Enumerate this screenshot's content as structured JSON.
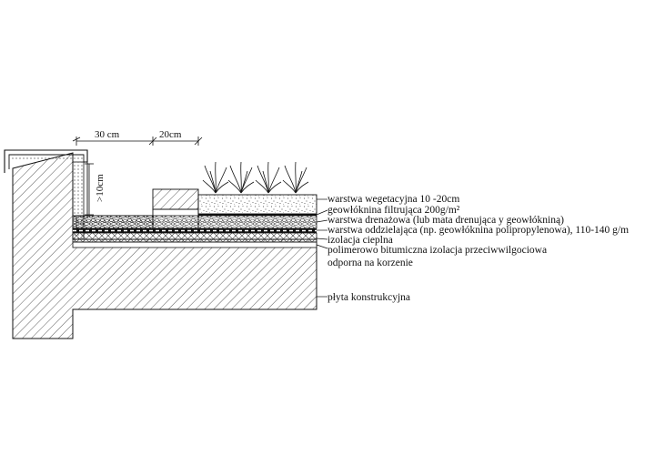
{
  "dimensions": {
    "width_30": "30 cm",
    "width_20": "20cm",
    "height_10": ">10cm"
  },
  "layers": [
    {
      "id": "vegetation",
      "label": "warstwa wegetacyjna  10 -20cm"
    },
    {
      "id": "filter",
      "label": "geowłóknina filtrująca 200g/m²"
    },
    {
      "id": "drainage",
      "label": "warstwa drenażowa (lub mata drenująca y geowłókniną)"
    },
    {
      "id": "separating",
      "label": "warstwa oddzielająca (np. geowłóknina polipropylenowa), 110-140 g/m"
    },
    {
      "id": "insulation",
      "label": "izolacja cieplna"
    },
    {
      "id": "waterproofing_1",
      "label": "polimerowo bitumiczna izolacja przeciwwilgociowa"
    },
    {
      "id": "waterproofing_2",
      "label": "odporna na korzenie"
    },
    {
      "id": "slab",
      "label": "płyta konstrukcyjna"
    }
  ],
  "colors": {
    "line": "#111111",
    "background": "#ffffff"
  }
}
